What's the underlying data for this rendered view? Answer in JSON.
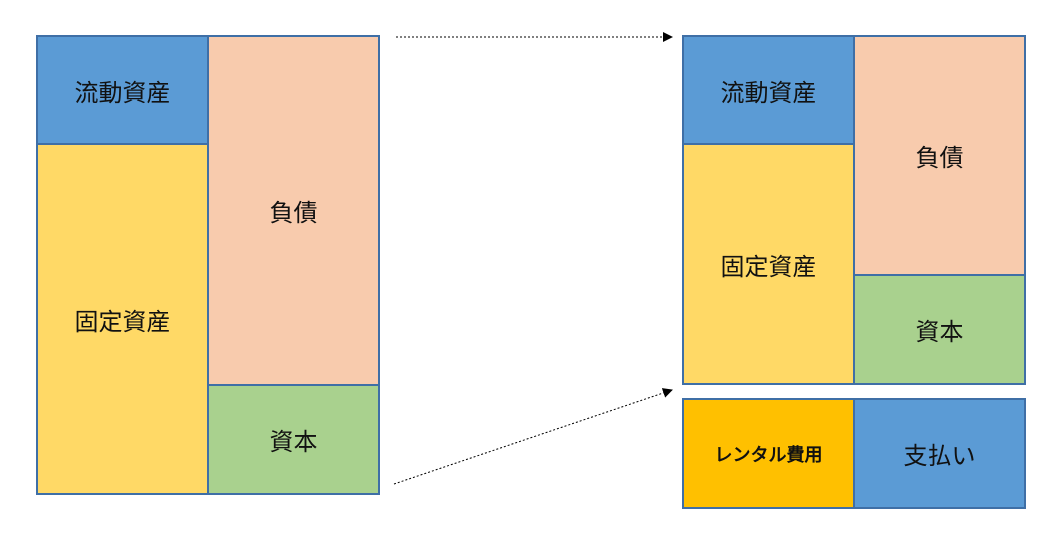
{
  "colors": {
    "current_assets": "#5b9bd5",
    "fixed_assets": "#ffd966",
    "liabilities": "#f8cbad",
    "capital": "#a9d18e",
    "rental_cost": "#ffc000",
    "payment": "#5b9bd5",
    "border": "#3f6fa6"
  },
  "left_sheet": {
    "current_assets": "流動資産",
    "fixed_assets": "固定資産",
    "liabilities": "負債",
    "capital": "資本"
  },
  "right_sheet": {
    "current_assets": "流動資産",
    "fixed_assets": "固定資産",
    "liabilities": "負債",
    "capital": "資本"
  },
  "expense_row": {
    "rental_cost": "レンタル費用",
    "payment": "支払い"
  }
}
